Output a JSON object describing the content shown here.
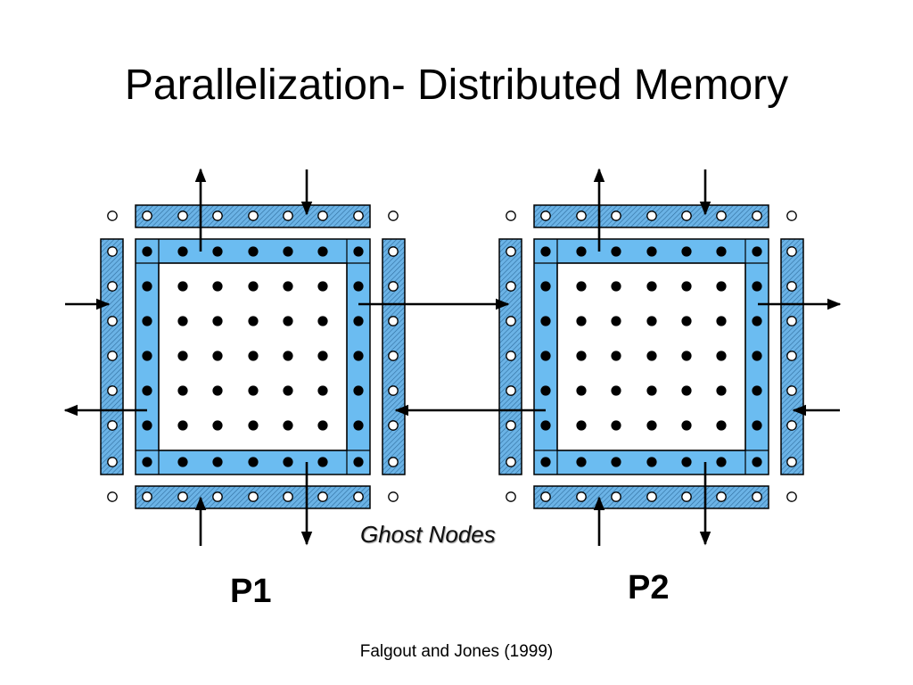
{
  "slide": {
    "title": "Parallelization- Distributed Memory",
    "ghost_label": "Ghost Nodes",
    "processors": [
      "P1",
      "P2"
    ],
    "citation": "Falgout and Jones (1999)"
  },
  "colors": {
    "region_blue": "#6bbcf1",
    "ghost_hatch": "#6bb3e6",
    "node": "#000000",
    "ghost_node_fill": "#ffffff"
  }
}
